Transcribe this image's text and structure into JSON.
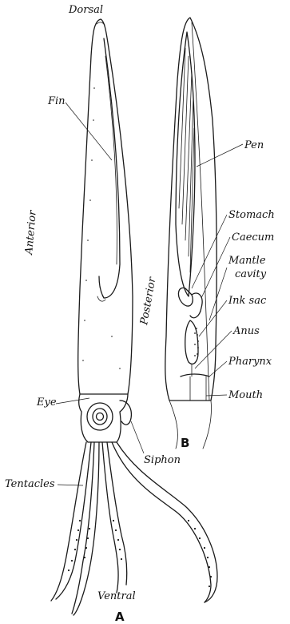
{
  "figure_a": {
    "panel_label": "A",
    "labels": {
      "dorsal": "Dorsal",
      "fin": "Fin",
      "anterior": "Anterior",
      "posterior": "Posterior",
      "eye": "Eye",
      "siphon": "Siphon",
      "tentacles": "Tentacles",
      "ventral": "Ventral"
    }
  },
  "figure_b": {
    "panel_label": "B",
    "labels": {
      "pen": "Pen",
      "stomach": "Stomach",
      "caecum": "Caecum",
      "mantle_cavity_line1": "Mantle",
      "mantle_cavity_line2": "cavity",
      "ink_sac": "Ink sac",
      "anus": "Anus",
      "pharynx": "Pharynx",
      "mouth": "Mouth"
    }
  },
  "colors": {
    "ink": "#1a1a1a",
    "paper": "#ffffff"
  }
}
